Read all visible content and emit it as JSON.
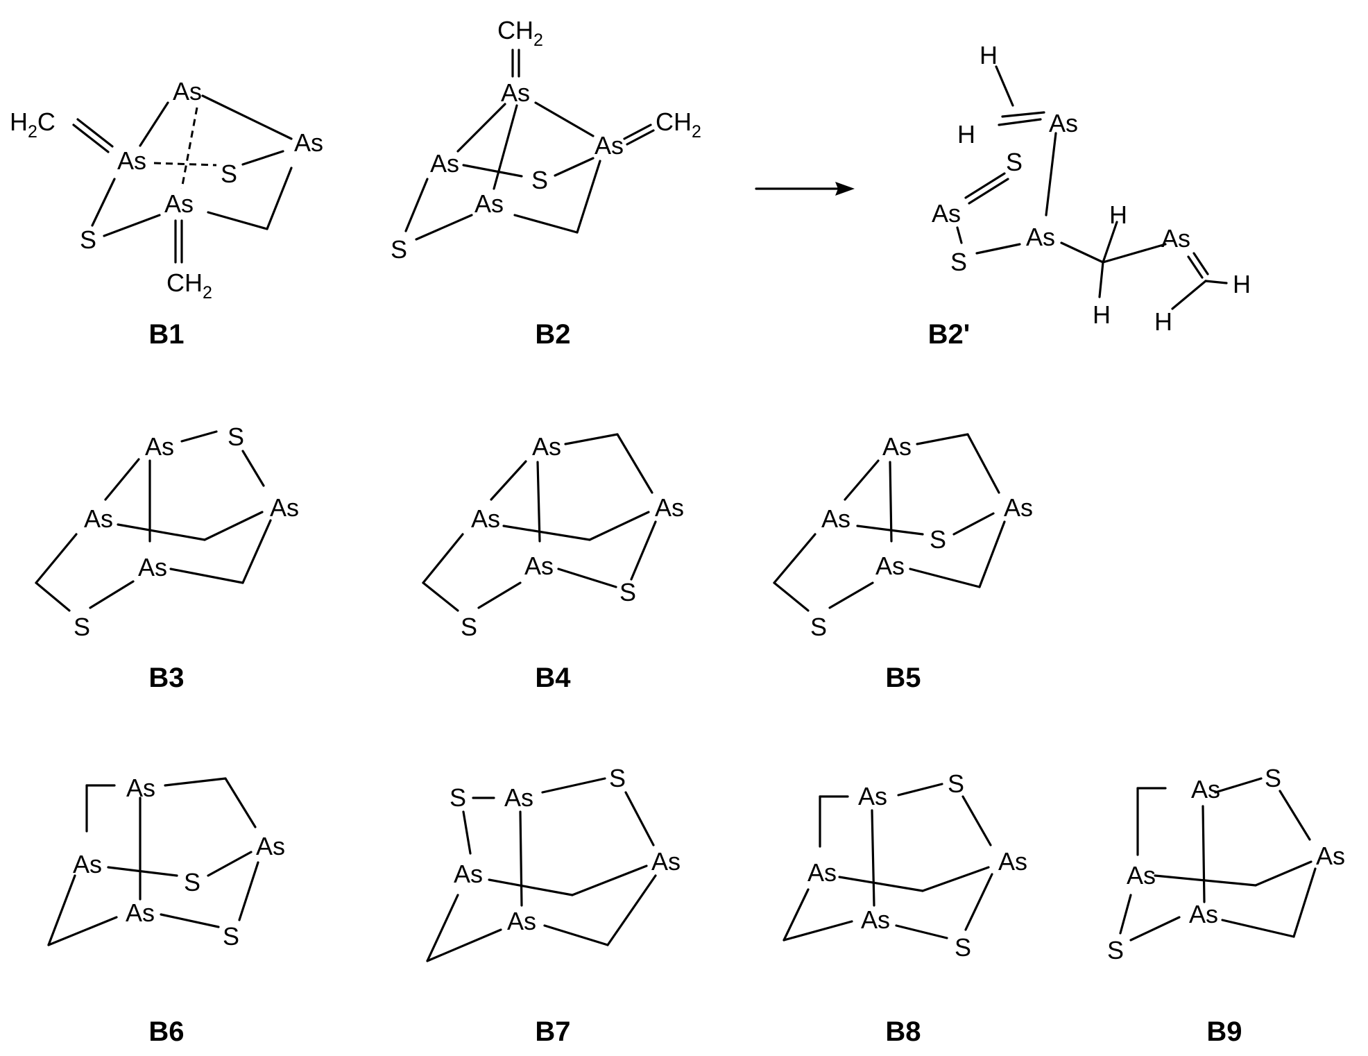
{
  "atoms": {
    "arsenic": "As",
    "sulfur": "S",
    "hydrogen": "H",
    "carbon": "C"
  },
  "groups": {
    "methylene_right": "=CH",
    "methylene_sub": "2",
    "h2c_left_h": "H",
    "h2c_left_sub": "2",
    "h2c_left_c": "C"
  },
  "structures": [
    {
      "id": "B1",
      "caption": "B1"
    },
    {
      "id": "B2",
      "caption": "B2"
    },
    {
      "id": "B2p",
      "caption": "B2'"
    },
    {
      "id": "B3",
      "caption": "B3"
    },
    {
      "id": "B4",
      "caption": "B4"
    },
    {
      "id": "B5",
      "caption": "B5"
    },
    {
      "id": "B6",
      "caption": "B6"
    },
    {
      "id": "B7",
      "caption": "B7"
    },
    {
      "id": "B8",
      "caption": "B8"
    },
    {
      "id": "B9",
      "caption": "B9"
    }
  ]
}
